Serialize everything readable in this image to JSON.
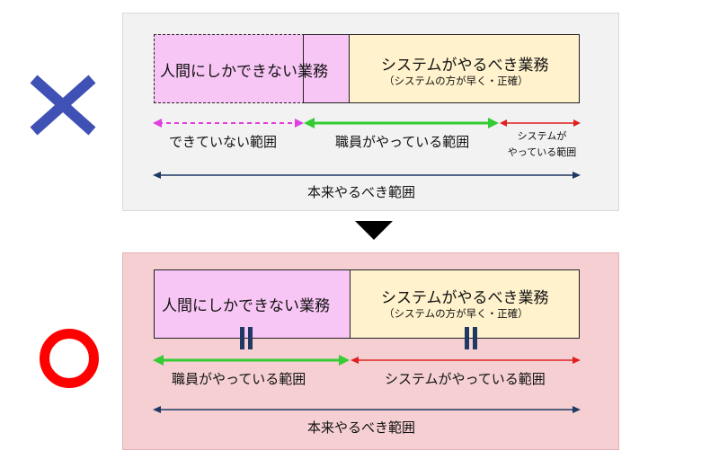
{
  "top": {
    "human_only": "人間にしかできない業務",
    "system_title": "システムがやるべき業務",
    "system_note": "（システムの方が早く・正確）",
    "not_done": "できていない範囲",
    "staff_doing": "職員がやっている範囲",
    "system_doing_line1": "システムが",
    "system_doing_line2": "やっている範囲",
    "should_scope": "本来やるべき範囲"
  },
  "bottom": {
    "human_only": "人間にしかできない業務",
    "system_title": "システムがやるべき業務",
    "system_note": "（システムの方が早く・正確）",
    "staff_doing": "職員がやっている範囲",
    "system_doing": "システムがやっている範囲",
    "should_scope": "本来やるべき範囲"
  },
  "colors": {
    "pink_arrow": "#e040e0",
    "green_arrow": "#33cc33",
    "red_arrow": "#e02020",
    "navy_arrow": "#1f3864",
    "x_mark": "#3f51b5",
    "o_mark": "#ff0000"
  },
  "markers": {
    "wrong": "x-mark-icon",
    "correct": "circle-mark-icon"
  }
}
